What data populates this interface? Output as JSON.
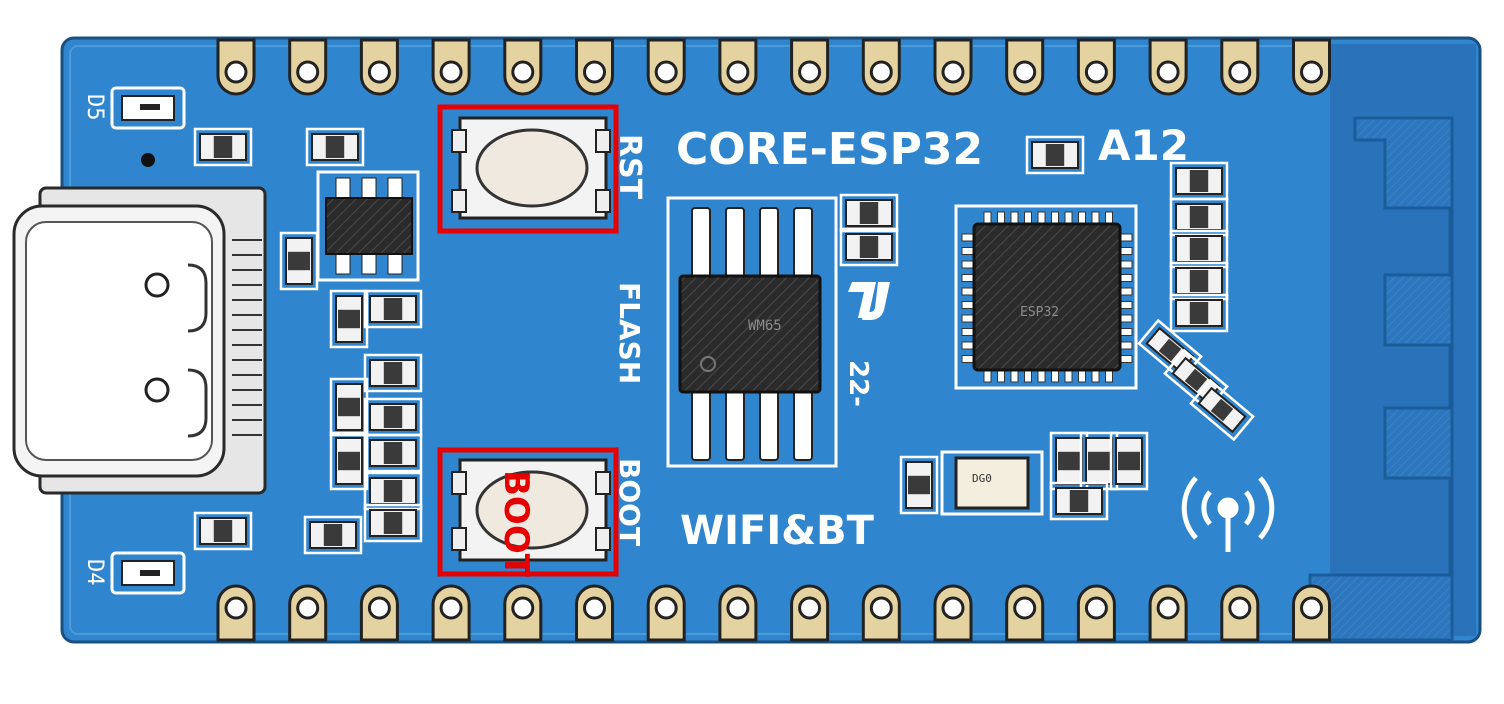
{
  "board": {
    "title": "CORE-ESP32",
    "revision": "A12",
    "wireless": "WIFI&BT",
    "flash_label": "FLASH",
    "date_code": "22-",
    "colors": {
      "pcb": "#2f86cf",
      "pcb_edge": "#1f5f98",
      "pad_gold": "#e4d3a0",
      "silkscreen": "#ffffff",
      "highlight": "#e60000",
      "chip": "#2a2a2a",
      "antenna": "#2a72ba"
    }
  },
  "buttons": [
    {
      "id": "rst",
      "silk_label": "RST",
      "highlighted": true
    },
    {
      "id": "boot",
      "silk_label": "BOOT",
      "cap_label": "BOOT",
      "highlighted": true
    }
  ],
  "leds": [
    {
      "label": "D5"
    },
    {
      "label": "D4"
    }
  ],
  "chips": [
    {
      "kind": "flash-soic8",
      "marking": "WM65"
    },
    {
      "kind": "esp32-qfn",
      "marking": "ESP32"
    }
  ],
  "crystal": {
    "marking": "DG0"
  },
  "icons": [
    "usb-c-connector-icon",
    "wifi-antenna-symbol-icon",
    "logo-icon"
  ],
  "headers": {
    "top_pin_count": 16,
    "bottom_pin_count": 16
  }
}
